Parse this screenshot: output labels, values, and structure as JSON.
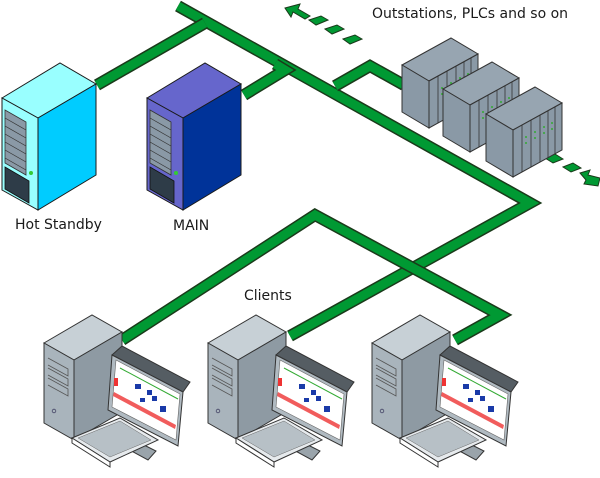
{
  "diagram": {
    "title": "SCADA system network topology",
    "labels": {
      "outstations": "Outstations, PLCs and so on",
      "hot_standby": "Hot Standby",
      "main": "MAIN",
      "clients": "Clients"
    },
    "nodes": [
      {
        "id": "hot-standby-server",
        "type": "server",
        "label": "Hot Standby",
        "color": "#00ccff"
      },
      {
        "id": "main-server",
        "type": "server",
        "label": "MAIN",
        "color": "#003399"
      },
      {
        "id": "plc-rack-1",
        "type": "plc-rack",
        "label": "Outstations, PLCs and so on"
      },
      {
        "id": "plc-rack-2",
        "type": "plc-rack",
        "label": "Outstations, PLCs and so on"
      },
      {
        "id": "plc-rack-3",
        "type": "plc-rack",
        "label": "Outstations, PLCs and so on"
      },
      {
        "id": "client-1",
        "type": "workstation",
        "label": "Clients"
      },
      {
        "id": "client-2",
        "type": "workstation",
        "label": "Clients"
      },
      {
        "id": "client-3",
        "type": "workstation",
        "label": "Clients"
      }
    ],
    "edges": [
      {
        "from": "hot-standby-server",
        "to": "network-trunk"
      },
      {
        "from": "main-server",
        "to": "network-trunk"
      },
      {
        "from": "network-trunk",
        "to": "plc-rack-1"
      },
      {
        "from": "network-trunk",
        "to": "client-1"
      },
      {
        "from": "network-trunk",
        "to": "client-2"
      },
      {
        "from": "network-trunk",
        "to": "client-3"
      }
    ],
    "colors": {
      "network": "#009933",
      "network_outline": "#1a3a1a",
      "hot_standby_front": "#99ffff",
      "hot_standby_side": "#00ccff",
      "main_front": "#6666cc",
      "main_side": "#003399",
      "plc": "#8a99a6",
      "client": "#a9b4bc"
    }
  }
}
